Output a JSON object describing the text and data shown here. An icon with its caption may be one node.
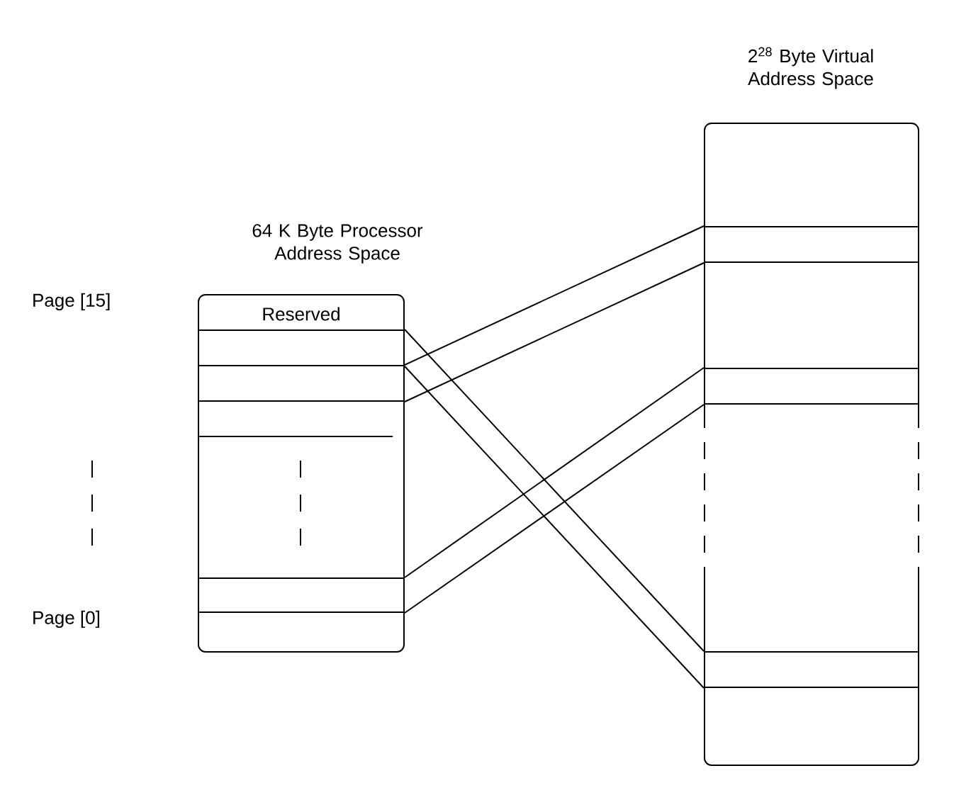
{
  "diagram": {
    "nodes": [
      {
        "text": [
          "64 K Byte Processor Address Space"
        ]
      },
      {
        "text": [
          "Reserved"
        ],
        "in": 0
      },
      {
        "text": [],
        "shape": "box",
        "in": 0
      },
      {
        "text": [],
        "shape": "box",
        "in": 0
      },
      {
        "text": [],
        "shape": "box",
        "in": 0
      },
      {
        "text": [
          "2$^{28}$ Byte Virtual Address Space"
        ]
      },
      {
        "text": [],
        "shape": "box",
        "in": 5
      },
      {
        "text": [],
        "shape": "box",
        "in": 5
      },
      {
        "text": [],
        "shape": "box",
        "in": 5
      }
    ],
    "edges": [
      {
        "from": 2,
        "to": 8,
        "arrow": "none"
      },
      {
        "from": 2,
        "to": 8,
        "arrow": "none"
      },
      {
        "from": 3,
        "to": 6,
        "arrow": "none"
      },
      {
        "from": 3,
        "to": 6,
        "arrow": "none"
      },
      {
        "from": 4,
        "to": 7,
        "arrow": "none"
      },
      {
        "from": 4,
        "to": 7,
        "arrow": "none"
      }
    ],
    "labels": [
      "Page [15]",
      "Page [0]"
    ]
  }
}
